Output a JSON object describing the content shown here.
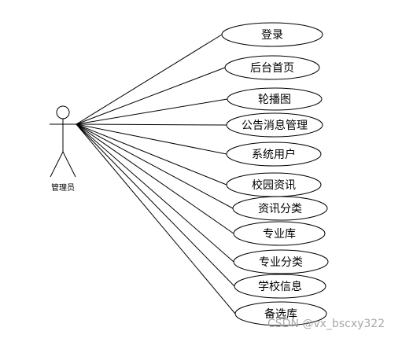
{
  "actor": {
    "label": "管理员"
  },
  "use_cases": [
    {
      "label": "登录"
    },
    {
      "label": "后台首页"
    },
    {
      "label": "轮播图"
    },
    {
      "label": "公告消息管理"
    },
    {
      "label": "系统用户"
    },
    {
      "label": "校园资讯"
    },
    {
      "label": "资讯分类"
    },
    {
      "label": "专业库"
    },
    {
      "label": "专业分类"
    },
    {
      "label": "学校信息"
    },
    {
      "label": "备选库"
    }
  ],
  "watermark": "CSDN @vx_bscxy322"
}
